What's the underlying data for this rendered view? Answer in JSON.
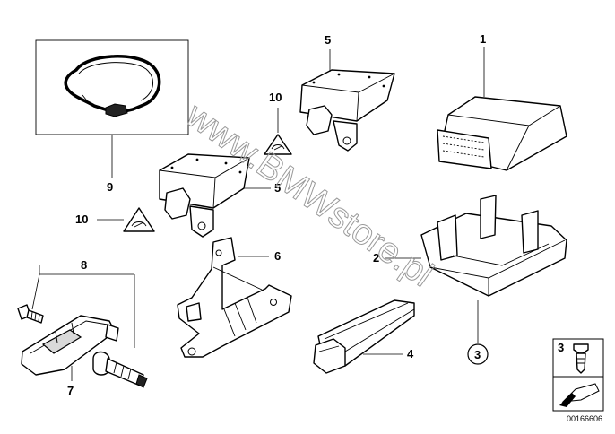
{
  "watermark": "www.BMWstore.pl",
  "document_number": "00166606",
  "callouts": {
    "p1": "1",
    "p2": "2",
    "p3": "3",
    "p3_legend": "3",
    "p4": "4",
    "p5_top": "5",
    "p5_mid": "5",
    "p6": "6",
    "p7": "7",
    "p8": "8",
    "p9": "9",
    "p10_top": "10",
    "p10_mid": "10"
  }
}
